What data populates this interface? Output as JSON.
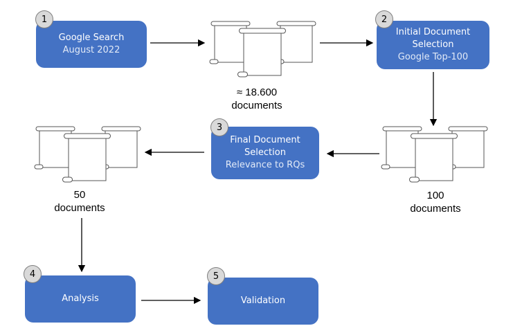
{
  "steps": [
    {
      "number": "1",
      "title": "Google Search",
      "subtitle": "August 2022"
    },
    {
      "number": "2",
      "title": "Initial Document Selection",
      "subtitle": "Google Top-100"
    },
    {
      "number": "3",
      "title": "Final Document Selection",
      "subtitle": "Relevance to RQs"
    },
    {
      "number": "4",
      "title": "Analysis",
      "subtitle": ""
    },
    {
      "number": "5",
      "title": "Validation",
      "subtitle": ""
    }
  ],
  "document_counts": [
    {
      "count": "≈ 18.600",
      "unit": "documents"
    },
    {
      "count": "100",
      "unit": "documents"
    },
    {
      "count": "50",
      "unit": "documents"
    }
  ],
  "colors": {
    "box": "#4472C4",
    "badge": "#D9D9D9",
    "arrow": "#000000"
  },
  "icons": [
    "scroll-stack-icon"
  ]
}
